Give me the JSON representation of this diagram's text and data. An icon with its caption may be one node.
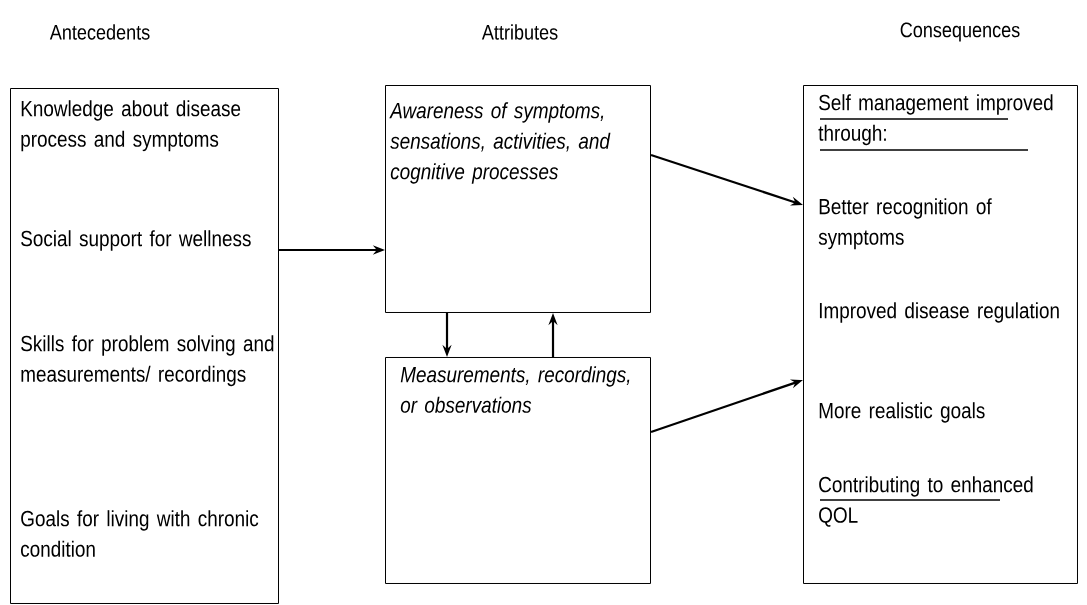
{
  "diagram": {
    "nodes": [
      {
        "text": [
          "Antecedents",
          "Knowledge about disease process and symptoms",
          "Social support for wellness",
          "Skills for problem solving and measurements/ recordings",
          "Goals for living with chronic condition"
        ]
      },
      {
        "text": [
          "Attributes",
          "Awareness of symptoms, sensations, activities, and cognitive processes"
        ]
      },
      {
        "text": [
          "Measurements, recordings, or observations"
        ]
      },
      {
        "text": [
          "Consequences",
          "Self management improved through:",
          "Better recognition of symptoms",
          "Improved disease regulation",
          "More realistic goals",
          "Contributing to enhanced QOL"
        ]
      }
    ],
    "edges": [
      {
        "from": 0,
        "to": 1,
        "arrow": "to"
      },
      {
        "from": 1,
        "to": 3,
        "arrow": "to"
      },
      {
        "from": 1,
        "to": 2,
        "arrow": "to"
      },
      {
        "from": 2,
        "to": 1,
        "arrow": "to"
      },
      {
        "from": 2,
        "to": 3,
        "arrow": "to"
      }
    ]
  }
}
